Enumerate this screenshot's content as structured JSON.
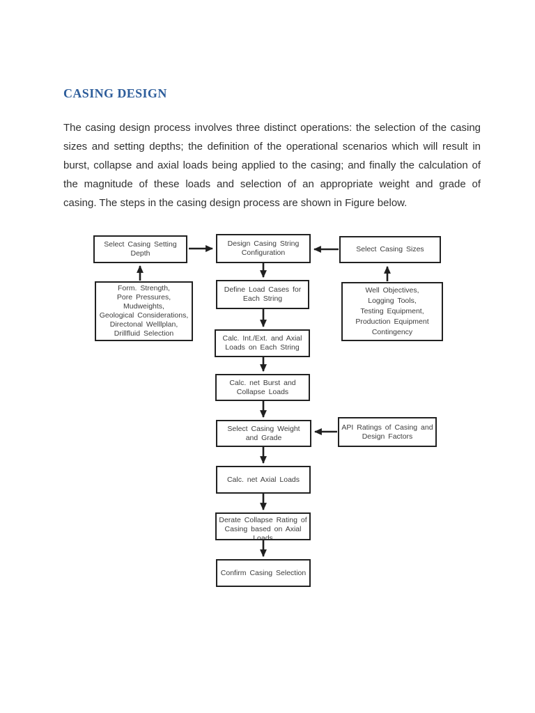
{
  "document": {
    "heading": "CASING DESIGN",
    "paragraph_lines": [
      "The casing design process involves three distinct operations: the selection of the casing",
      "sizes and setting depths; the definition of the operational scenarios which will result in",
      "burst, collapse and axial loads being applied to the casing; and finally the calculation of",
      "the magnitude of these loads and selection of an appropriate weight and grade of",
      "casing. The steps in the casing design process are shown in Figure below."
    ]
  },
  "colors": {
    "heading_text": "#2d5d9b",
    "body_text": "#303030",
    "diagram_line": "#1f1f1f",
    "diagram_text": "#3c3c3c",
    "page_background": "#ffffff"
  },
  "flowchart": {
    "boxes": [
      {
        "id": "select-casing-setting-depth",
        "lines": [
          "Select Casing Setting",
          "Depth"
        ]
      },
      {
        "id": "design-casing-string-configuration",
        "lines": [
          "Design Casing String",
          "Configuration"
        ]
      },
      {
        "id": "select-casing-sizes",
        "lines": [
          "Select Casing Sizes"
        ]
      },
      {
        "id": "setting-depth-inputs",
        "lines": [
          "Form. Strength,",
          "Pore Pressures,",
          "Mudweights,",
          "Geological Considerations,",
          "Directonal Welllplan,",
          "Drillfluid Selection"
        ]
      },
      {
        "id": "casing-sizes-inputs",
        "lines": [
          "Well Objectives,",
          "Logging Tools,",
          "Testing Equipment,",
          "Production Equipment",
          "Contingency"
        ]
      },
      {
        "id": "define-load-cases",
        "lines": [
          "Define Load Cases for",
          "Each String"
        ]
      },
      {
        "id": "calc-int-ext-axial-loads",
        "lines": [
          "Calc. Int./Ext. and Axial",
          "Loads on Each String"
        ]
      },
      {
        "id": "calc-net-burst-collapse-loads",
        "lines": [
          "Calc. net Burst and",
          "Collapse Loads"
        ]
      },
      {
        "id": "select-casing-weight-grade",
        "lines": [
          "Select Casing Weight",
          "and Grade"
        ]
      },
      {
        "id": "api-ratings",
        "lines": [
          "API Ratings of Casing and",
          "Design Factors"
        ]
      },
      {
        "id": "calc-net-axial-loads",
        "lines": [
          "Calc. net Axial Loads"
        ]
      },
      {
        "id": "derate-collapse-rating",
        "lines": [
          "Derate Collapse Rating of",
          "Casing based on Axial",
          "Loads"
        ]
      },
      {
        "id": "confirm-casing-selection",
        "lines": [
          "Confirm Casing Selection"
        ]
      }
    ],
    "connections": [
      {
        "from": "select-casing-setting-depth",
        "to": "design-casing-string-configuration"
      },
      {
        "from": "select-casing-sizes",
        "to": "design-casing-string-configuration"
      },
      {
        "from": "setting-depth-inputs",
        "to": "select-casing-setting-depth"
      },
      {
        "from": "casing-sizes-inputs",
        "to": "select-casing-sizes"
      },
      {
        "from": "design-casing-string-configuration",
        "to": "define-load-cases"
      },
      {
        "from": "define-load-cases",
        "to": "calc-int-ext-axial-loads"
      },
      {
        "from": "calc-int-ext-axial-loads",
        "to": "calc-net-burst-collapse-loads"
      },
      {
        "from": "calc-net-burst-collapse-loads",
        "to": "select-casing-weight-grade"
      },
      {
        "from": "api-ratings",
        "to": "select-casing-weight-grade"
      },
      {
        "from": "select-casing-weight-grade",
        "to": "calc-net-axial-loads"
      },
      {
        "from": "calc-net-axial-loads",
        "to": "derate-collapse-rating"
      },
      {
        "from": "derate-collapse-rating",
        "to": "confirm-casing-selection"
      }
    ]
  }
}
